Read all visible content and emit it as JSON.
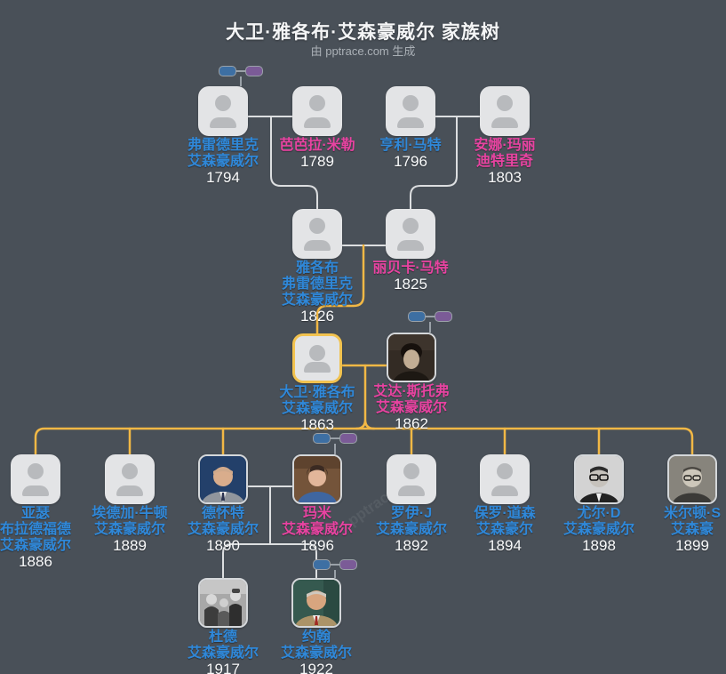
{
  "title": "大卫·雅各布·艾森豪威尔 家族树",
  "subtitle": "由 pptrace.com 生成",
  "watermark": "pptrace",
  "colors": {
    "background": "#495058",
    "male_name": "#2f88d9",
    "female_name": "#e843a1",
    "year_text": "#fafbfc",
    "lineage_line": "#f2b845",
    "family_line": "#dcdee0",
    "badge_blue": "#3d6fa3",
    "badge_purple": "#7b5b97",
    "highlight_border": "#f1c24f"
  },
  "people": {
    "frederick": {
      "lines": [
        "弗雷德里克",
        "艾森豪威尔"
      ],
      "year": "1794",
      "gender": "male"
    },
    "barbara": {
      "lines": [
        "芭芭拉·米勒"
      ],
      "year": "1789",
      "gender": "female"
    },
    "henry": {
      "lines": [
        "亨利·马特"
      ],
      "year": "1796",
      "gender": "male"
    },
    "anna": {
      "lines": [
        "安娜·玛丽",
        "迪特里奇"
      ],
      "year": "1803",
      "gender": "female"
    },
    "jacob": {
      "lines": [
        "雅各布",
        "弗雷德里克",
        "艾森豪威尔"
      ],
      "year": "1826",
      "gender": "male"
    },
    "rebecca": {
      "lines": [
        "丽贝卡·马特"
      ],
      "year": "1825",
      "gender": "female"
    },
    "david": {
      "lines": [
        "大卫·雅各布",
        "艾森豪威尔"
      ],
      "year": "1863",
      "gender": "male"
    },
    "ida": {
      "lines": [
        "艾达·斯托弗",
        "艾森豪威尔"
      ],
      "year": "1862",
      "gender": "female"
    },
    "arthur": {
      "lines": [
        "亚瑟",
        "布拉德福德",
        "艾森豪威尔"
      ],
      "year": "1886",
      "gender": "male"
    },
    "edgar": {
      "lines": [
        "埃德加·牛顿",
        "艾森豪威尔"
      ],
      "year": "1889",
      "gender": "male"
    },
    "dwight": {
      "lines": [
        "德怀特",
        "艾森豪威尔"
      ],
      "year": "1890",
      "gender": "male"
    },
    "mamie": {
      "lines": [
        "玛米",
        "艾森豪威尔"
      ],
      "year": "1896",
      "gender": "female"
    },
    "roy": {
      "lines": [
        "罗伊·J",
        "艾森豪威尔"
      ],
      "year": "1892",
      "gender": "male"
    },
    "paul": {
      "lines": [
        "保罗·道森",
        "艾森豪尔"
      ],
      "year": "1894",
      "gender": "male"
    },
    "earl": {
      "lines": [
        "尤尔·D",
        "艾森豪威尔"
      ],
      "year": "1898",
      "gender": "male"
    },
    "milton": {
      "lines": [
        "米尔顿·S",
        "艾森豪"
      ],
      "year": "1899",
      "gender": "male"
    },
    "doud": {
      "lines": [
        "杜德",
        "艾森豪威尔"
      ],
      "year": "1917",
      "gender": "male"
    },
    "john": {
      "lines": [
        "约翰",
        "艾森豪威尔"
      ],
      "year": "1922",
      "gender": "male"
    }
  }
}
